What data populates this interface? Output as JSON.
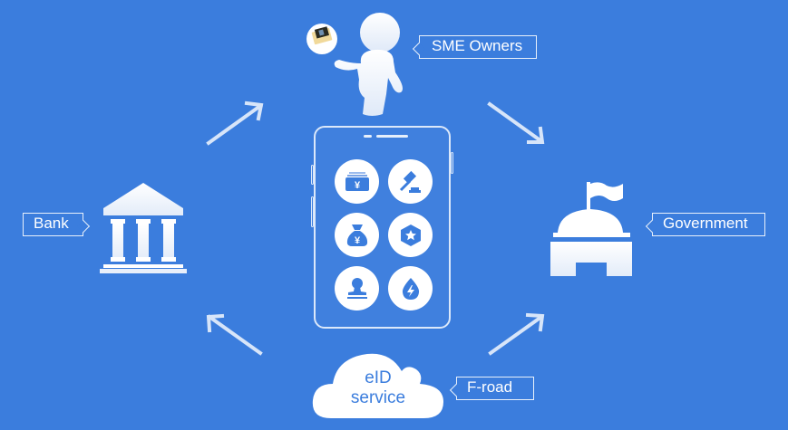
{
  "diagram": {
    "background_color": "#3b7ddd",
    "nodes": {
      "sme_owners": {
        "label": "SME Owners",
        "icon": "person-holding-card-icon"
      },
      "bank": {
        "label": "Bank",
        "icon": "bank-building-icon"
      },
      "government": {
        "label": "Government",
        "icon": "government-building-icon"
      },
      "eid_service": {
        "label_line1": "eID",
        "label_line2": "service",
        "icon": "cloud-icon"
      },
      "f_road": {
        "label": "F-road"
      }
    },
    "center": {
      "icon": "smartphone-icon",
      "apps": [
        {
          "icon": "yuan-wallet-icon"
        },
        {
          "icon": "gavel-icon"
        },
        {
          "icon": "money-bag-icon"
        },
        {
          "icon": "star-badge-icon"
        },
        {
          "icon": "stamp-icon"
        },
        {
          "icon": "energy-drop-icon"
        }
      ]
    },
    "arrows": [
      {
        "from": "bank",
        "to": "sme_owners"
      },
      {
        "from": "sme_owners",
        "to": "government"
      },
      {
        "from": "eid_service",
        "to": "government"
      },
      {
        "from": "eid_service",
        "to": "bank"
      }
    ]
  }
}
